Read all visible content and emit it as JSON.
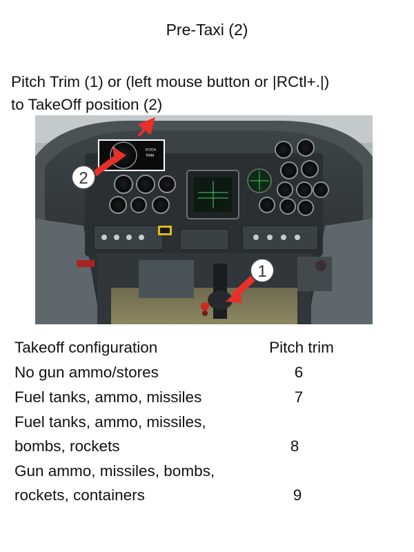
{
  "page": {
    "title": "Pre-Taxi (2)",
    "instruction_line1": "Pitch Trim (1) or (left mouse button or |RCtl+.|)",
    "instruction_line2": "to TakeOff position  (2)"
  },
  "figure": {
    "callout_1": "1",
    "callout_2": "2",
    "gauge_label_line1": "PITCH",
    "gauge_label_line2": "TRIM"
  },
  "table": {
    "headers": [
      "Takeoff configuration",
      "Pitch trim"
    ],
    "rows": [
      {
        "config_lines": [
          "No gun ammo/stores"
        ],
        "trim": "6"
      },
      {
        "config_lines": [
          "Fuel tanks, ammo, missiles"
        ],
        "trim": "7"
      },
      {
        "config_lines": [
          "Fuel tanks, ammo, missiles,",
          "bombs, rockets"
        ],
        "trim": "8"
      },
      {
        "config_lines": [
          "Gun ammo, missiles, bombs,",
          "rockets, containers"
        ],
        "trim": "9"
      }
    ]
  }
}
